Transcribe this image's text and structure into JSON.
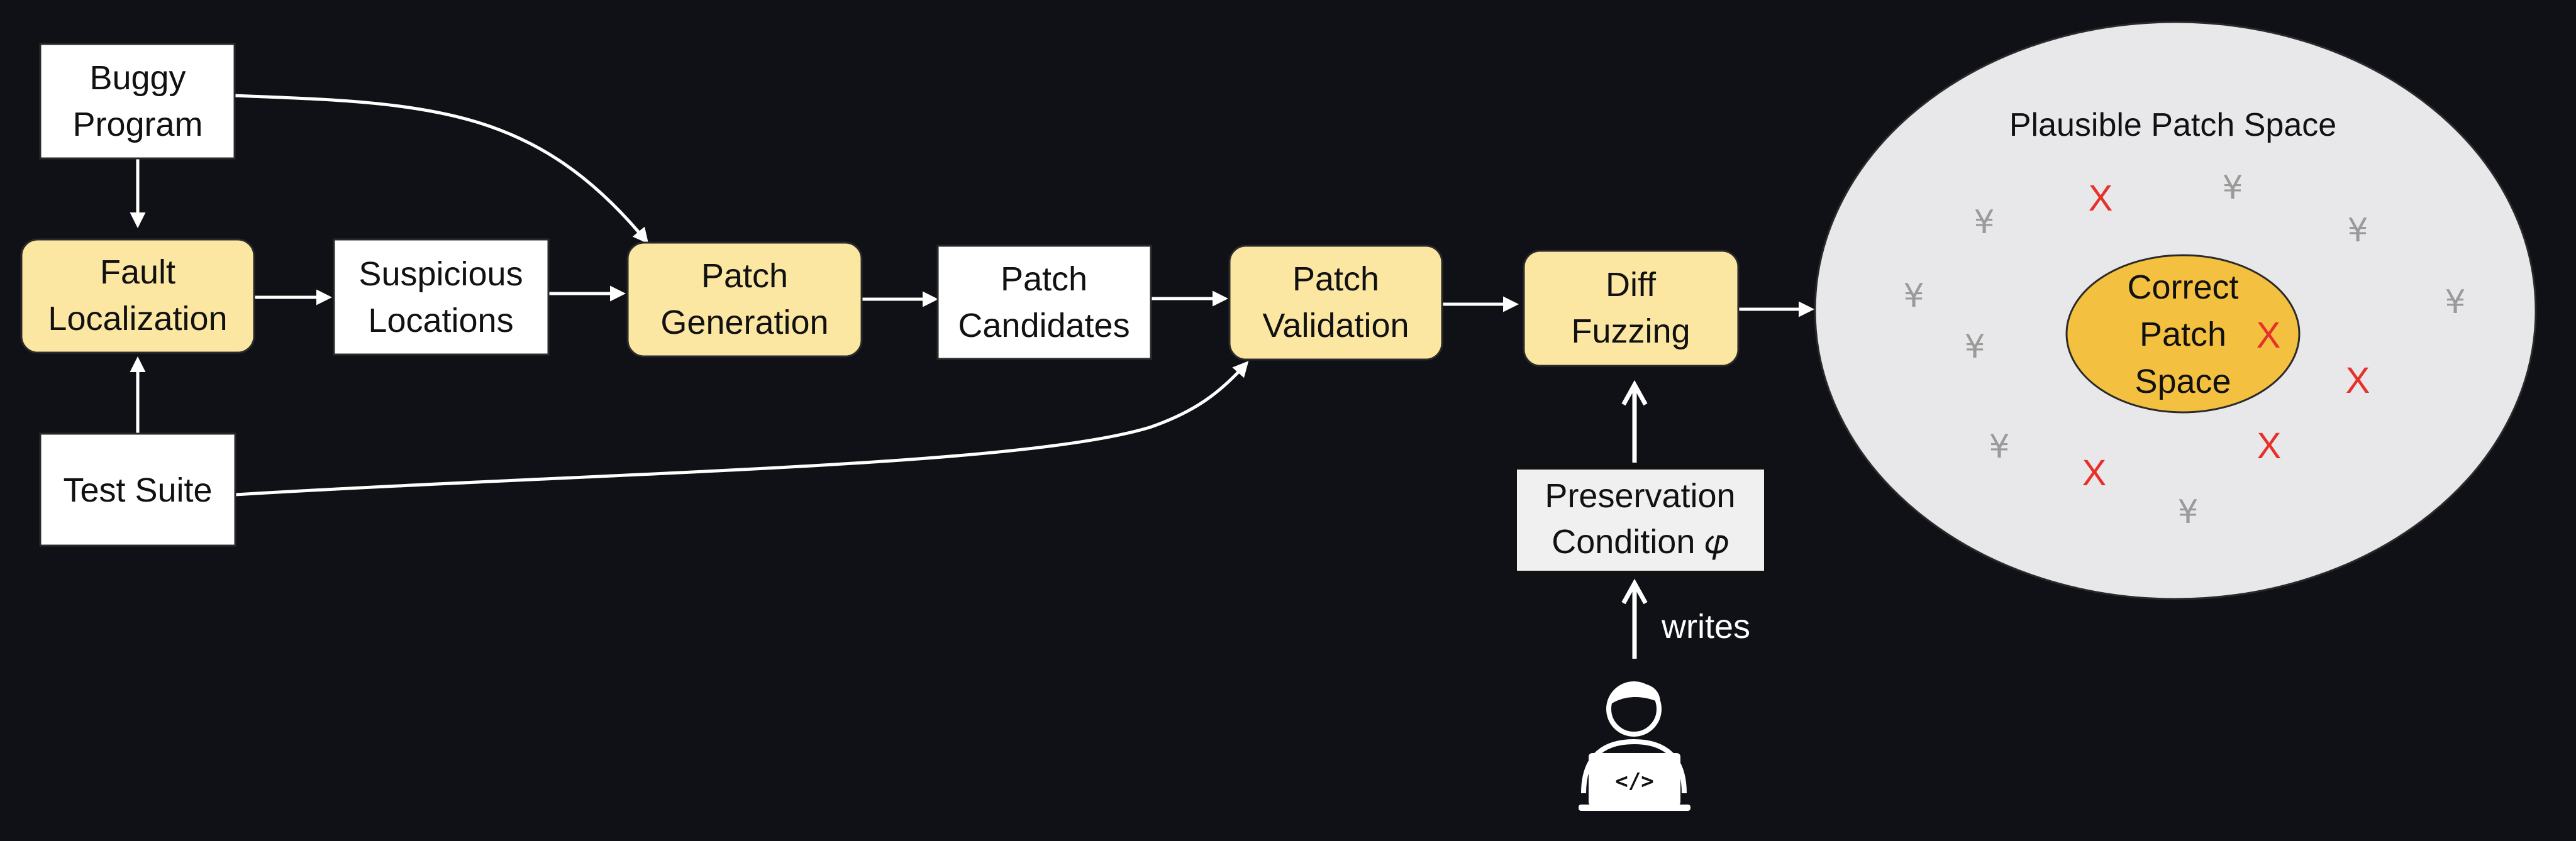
{
  "nodes": {
    "buggy_program": [
      "Buggy",
      "Program"
    ],
    "fault_localization": [
      "Fault",
      "Localization"
    ],
    "test_suite": [
      "Test Suite"
    ],
    "suspicious_locations": [
      "Suspicious",
      "Locations"
    ],
    "patch_generation": [
      "Patch",
      "Generation"
    ],
    "patch_candidates": [
      "Patch",
      "Candidates"
    ],
    "patch_validation": [
      "Patch",
      "Validation"
    ],
    "diff_fuzzing": [
      "Diff",
      "Fuzzing"
    ],
    "preservation_condition": [
      "Preservation",
      "Condition 𝜑"
    ]
  },
  "labels": {
    "writes": "writes"
  },
  "space": {
    "outer_title": "Plausible Patch Space",
    "inner_lines": [
      "Correct",
      "Patch",
      "Space"
    ]
  },
  "marks": {
    "incorrect_symbol": "X",
    "excluded_symbol": "¥"
  },
  "icons": {
    "developer": "developer-laptop-code-icon"
  },
  "colors": {
    "background": "#101116",
    "process_fill": "#fbe6a2",
    "artifact_fill": "#ffffff",
    "outer_space_fill": "#e8e8ea",
    "inner_space_fill": "#f3c040",
    "incorrect_mark": "#e8302a",
    "excluded_mark": "#9a9a9a"
  }
}
